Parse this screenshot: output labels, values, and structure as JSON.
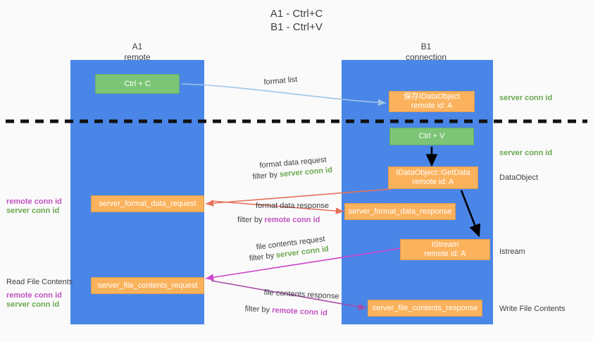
{
  "title": {
    "line1": "A1 - Ctrl+C",
    "line2": "B1 - Ctrl+V"
  },
  "columns": [
    {
      "name": "A1",
      "sub": "remote"
    },
    {
      "name": "B1",
      "sub": "connection"
    }
  ],
  "nodes": {
    "ctrl_c": {
      "label": "Ctrl + C"
    },
    "data_object_new": {
      "line1": "保存IDataObject",
      "line2": "remote id: A"
    },
    "ctrl_v": {
      "label": "Ctrl + V"
    },
    "get_data": {
      "line1": "IDataObject::GetData",
      "line2": "remote id: A"
    },
    "server_format_data_request": {
      "label": "server_format_data_request"
    },
    "server_format_data_response": {
      "label": "server_format_data_response"
    },
    "istream": {
      "line1": "IStream",
      "line2": "remote id: A"
    },
    "server_file_contents_request": {
      "label": "server_file_contents_request"
    },
    "server_file_contents_response": {
      "label": "server_file_contents_response"
    }
  },
  "edges": {
    "format_list": {
      "label": "format list"
    },
    "format_data_request": {
      "label": "format data request",
      "filter_prefix": "filter by ",
      "filter_value": "server conn id"
    },
    "format_data_response": {
      "label": "format data response",
      "filter_prefix": "filter by ",
      "filter_value": "remote conn id"
    },
    "file_contents_request": {
      "label": "file contents request",
      "filter_prefix": "filter by ",
      "filter_value": "server conn id"
    },
    "file_contents_response": {
      "label": "file contents response",
      "filter_prefix": "filter by ",
      "filter_value": "remote conn id"
    }
  },
  "right_labels": {
    "server_conn_id_1": "server conn id",
    "server_conn_id_2": "server conn id",
    "data_object": "DataObject",
    "istream": "Istream",
    "write_file_contents": "Write File Contents"
  },
  "left_labels": {
    "remote_conn_id_1": "remote conn id",
    "server_conn_id_1": "server conn id",
    "read_file_contents": "Read File Contents",
    "remote_conn_id_2": "remote conn id",
    "server_conn_id_2": "server conn id"
  },
  "colors": {
    "lane": "#4a86e8",
    "green_node": "#7cc576",
    "orange_node": "#fbb25c",
    "green_text": "#6aa84f",
    "purple_text": "#c153c1",
    "red_arrow": "#e8705a",
    "magenta_arrow": "#cc44cc",
    "blue_arrow": "#9fc5e8",
    "black_arrow": "#000000"
  }
}
